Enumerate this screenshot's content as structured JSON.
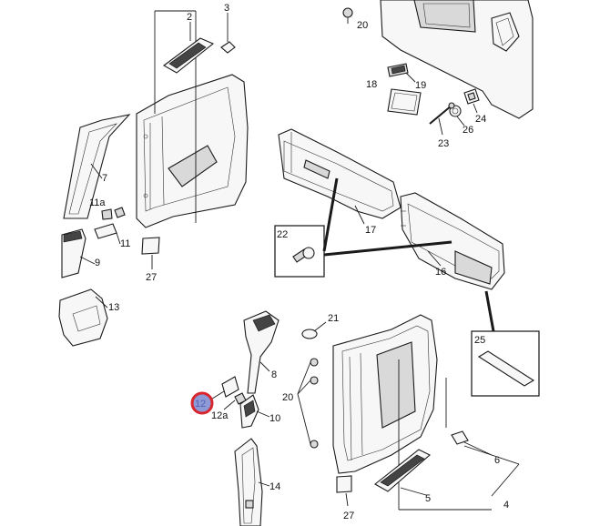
{
  "labels": {
    "l2": "2",
    "l3": "3",
    "l20a": "20",
    "l19": "19",
    "l18": "18",
    "l24": "24",
    "l26": "26",
    "l23": "23",
    "l7": "7",
    "l11a": "11a",
    "l11": "11",
    "l9": "9",
    "l27a": "27",
    "l13": "13",
    "l17": "17",
    "l22": "22",
    "l16": "16",
    "l25": "25",
    "l21": "21",
    "l8": "8",
    "l12": "12",
    "l12a": "12a",
    "l10": "10",
    "l20b": "20",
    "l6": "6",
    "l5": "5",
    "l4": "4",
    "l14": "14",
    "l27b": "27"
  },
  "colors": {
    "highlight_ring": "#d9262e",
    "highlight_fill": "#8e9ad6",
    "ink": "#1a1a1a"
  }
}
